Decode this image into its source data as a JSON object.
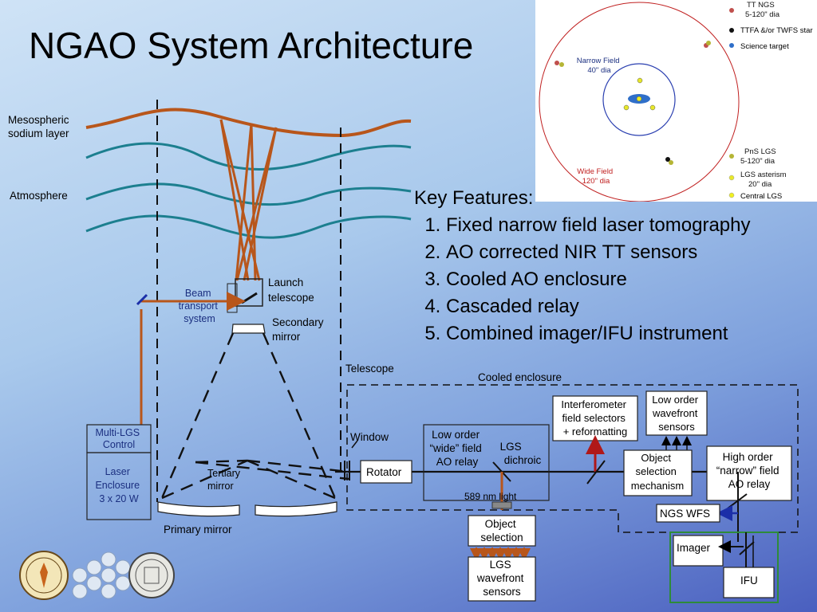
{
  "slide": {
    "title": "NGAO System Architecture"
  },
  "key_features": {
    "heading": "Key Features:",
    "items": [
      "Fixed narrow field laser tomography",
      "AO corrected NIR TT sensors",
      "Cooled AO enclosure",
      "Cascaded relay",
      "Combined imager/IFU instrument"
    ]
  },
  "inset": {
    "narrow_field": [
      "Narrow Field",
      "40\" dia"
    ],
    "wide_field": [
      "Wide Field",
      "120\" dia"
    ],
    "legend": [
      {
        "lines": [
          "TT NGS",
          "5-120\" dia"
        ],
        "color": "#c0504d"
      },
      {
        "lines": [
          "TTFA &/or TWFS star"
        ],
        "color": "#111111"
      },
      {
        "lines": [
          "Science target"
        ],
        "color": "#2f6fc9"
      },
      {
        "lines": [
          "PnS LGS",
          "5-120\" dia"
        ],
        "color": "#b5b535"
      },
      {
        "lines": [
          "LGS asterism",
          "20\" dia"
        ],
        "color": "#e8e82a"
      },
      {
        "lines": [
          "Central LGS"
        ],
        "color": "#f0f020"
      }
    ]
  },
  "left_labels": {
    "mesospheric": [
      "Mesospheric",
      "sodium layer"
    ],
    "atmosphere": "Atmosphere",
    "beam_transport": [
      "Beam",
      "transport",
      "system"
    ],
    "launch_telescope": [
      "Launch",
      "telescope"
    ],
    "secondary_mirror": [
      "Secondary",
      "mirror"
    ],
    "telescope": "Telescope",
    "multi_lgs_control": [
      "Multi-LGS",
      "Control"
    ],
    "laser_enclosure": [
      "Laser",
      "Enclosure",
      "3 x 20 W"
    ],
    "tertiary_mirror": [
      "Tertiary",
      "mirror"
    ],
    "primary_mirror": "Primary mirror",
    "window": "Window"
  },
  "enclosure": {
    "cooled_enclosure": "Cooled enclosure",
    "rotator": "Rotator",
    "low_order_relay": [
      "Low order",
      "“wide” field",
      "AO relay"
    ],
    "lgs_dichroic": [
      "LGS",
      "dichroic"
    ],
    "light_589": "589 nm light",
    "interferometer": [
      "Interferometer",
      "field selectors",
      "+ reformatting"
    ],
    "low_order_wfs": [
      "Low order",
      "wavefront",
      "sensors"
    ],
    "object_selection_mech": [
      "Object",
      "selection",
      "mechanism"
    ],
    "high_order_relay": [
      "High order",
      "“narrow” field",
      "AO relay"
    ],
    "ngs_wfs": "NGS WFS",
    "imager": "Imager",
    "ifu": "IFU",
    "object_selection": [
      "Object",
      "selection"
    ],
    "lgs_wfs": [
      "LGS",
      "wavefront",
      "sensors"
    ]
  },
  "colors": {
    "laser": "#b8561b",
    "wave": "#1c7f8f",
    "instrument_green": "#2e8b3a",
    "ngs_arrow": "#1b2fa8",
    "red_arrow": "#b01818"
  }
}
